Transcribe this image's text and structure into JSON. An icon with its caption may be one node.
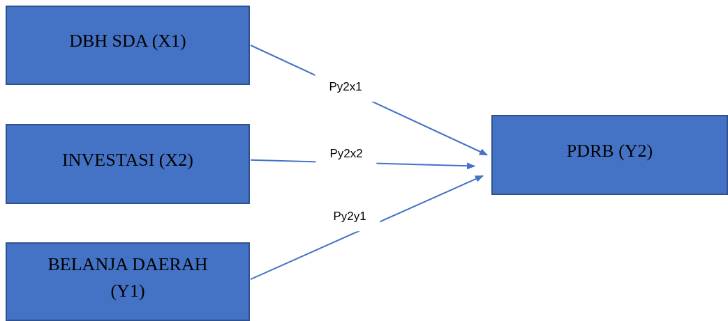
{
  "diagram": {
    "nodes": [
      {
        "text": [
          "DBH SDA (X1)"
        ]
      },
      {
        "text": [
          "INVESTASI (X2)"
        ]
      },
      {
        "text": [
          "BELANJA DAERAH (Y1)"
        ]
      },
      {
        "text": [
          "PDRB (Y2)"
        ]
      }
    ],
    "edges": [
      {
        "from": 0,
        "to": 3,
        "arrow": "to",
        "label": "Py2x1"
      },
      {
        "from": 1,
        "to": 3,
        "arrow": "to",
        "label": "Py2x2"
      },
      {
        "from": 2,
        "to": 3,
        "arrow": "to",
        "label": "Py2y1"
      }
    ]
  }
}
